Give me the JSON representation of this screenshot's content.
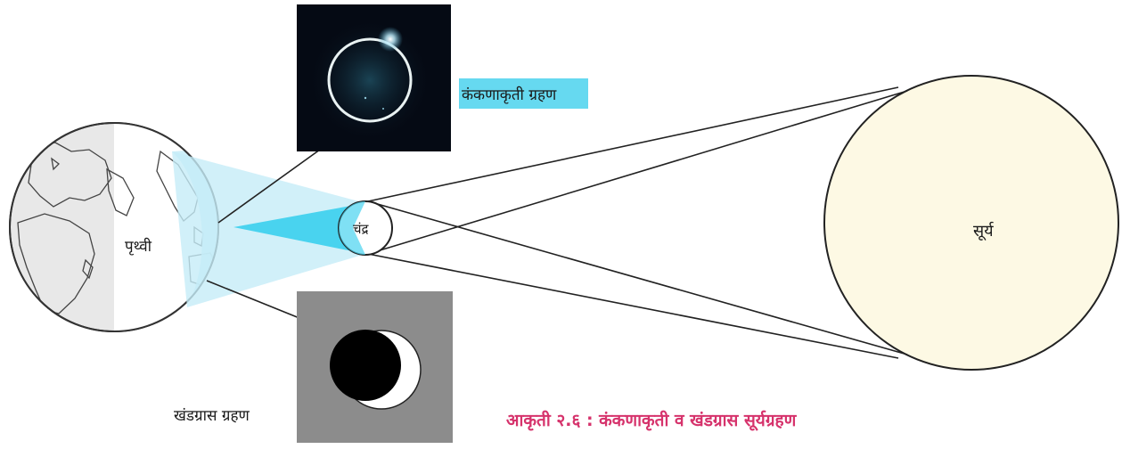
{
  "labels": {
    "earth": "पृथ्वी",
    "moon": "चंद्र",
    "sun": "सूर्य",
    "annular_eclipse": "कंकणाकृती ग्रहण",
    "partial_eclipse": "खंडग्रास ग्रहण"
  },
  "caption": "आकृती २.६ : कंकणाकृती व खंडग्रास सूर्यग्रहण",
  "colors": {
    "caption": "#d6336c",
    "label_highlight": "#66d9f0",
    "antumbra": "#49d3ef",
    "penumbra_band": "#c5ecf7",
    "sun_fill": "#fdf9e4",
    "earth_fill": "#e8e8e8",
    "partial_bg": "#8c8c8c",
    "annular_bg": "#050a14"
  }
}
